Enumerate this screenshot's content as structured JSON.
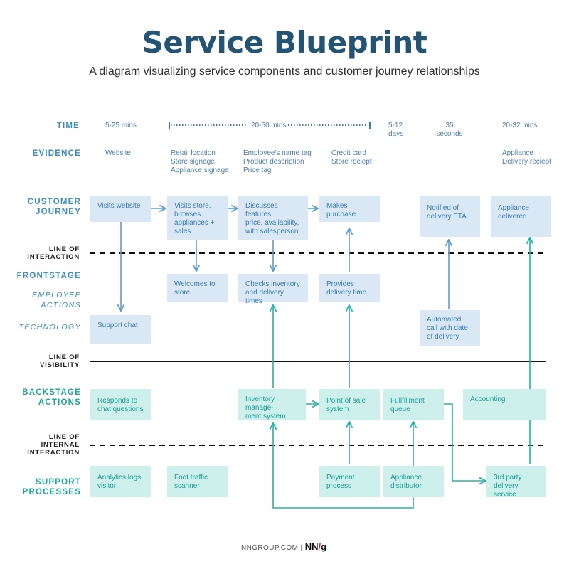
{
  "header": {
    "title": "Service Blueprint",
    "subtitle": "A diagram visualizing service components and customer journey relationships"
  },
  "rows": {
    "time": "TIME",
    "evidence": "EVIDENCE",
    "customer_journey": [
      "CUSTOMER",
      "JOURNEY"
    ],
    "line_of_interaction": [
      "LINE OF",
      "INTERACTION"
    ],
    "frontstage": "FRONTSTAGE",
    "employee_actions": [
      "EMPLOYEE",
      "ACTIONS"
    ],
    "technology": "TECHNOLOGY",
    "line_of_visibility": [
      "LINE OF",
      "VISIBILITY"
    ],
    "backstage_actions": [
      "BACKSTAGE",
      "ACTIONS"
    ],
    "line_of_internal_interaction": [
      "LINE OF",
      "INTERNAL",
      "INTERACTION"
    ],
    "support_processes": [
      "SUPPORT",
      "PROCESSES"
    ]
  },
  "time": {
    "t1": "5-25 mins",
    "t2": "20-50 mins",
    "t3": [
      "5-12",
      "days"
    ],
    "t4": [
      "35",
      "seconds"
    ],
    "t5": "20-32 mins"
  },
  "evidence": {
    "website": "Website",
    "store": [
      "Retail location",
      "Store signage",
      "Appliance signage"
    ],
    "employee": [
      "Employee's name tag",
      "Product description",
      "Price tag"
    ],
    "purchase": [
      "Credit card",
      "Store reciept"
    ],
    "delivery": [
      "Appliance",
      "Delivery reciept"
    ]
  },
  "customer_journey": {
    "visits_website": "Visits website",
    "visits_store": [
      "Visits store,",
      "browses",
      "appliances +",
      "sales"
    ],
    "discusses": [
      "Discusses features,",
      "price, availability,",
      "with salesperson"
    ],
    "purchase": "Makes purchase",
    "notified": [
      "Notified of",
      "delivery ETA"
    ],
    "delivered": [
      "Appliance",
      "delivered"
    ]
  },
  "employee_actions": {
    "welcomes": [
      "Welcomes to",
      "store"
    ],
    "checks": [
      "Checks inventory",
      "and delivery times"
    ],
    "provides": [
      "Provides",
      "delivery time"
    ]
  },
  "technology": {
    "support_chat": "Support chat",
    "automated_call": [
      "Automated",
      "call with date",
      "of delivery"
    ]
  },
  "backstage": {
    "responds": [
      "Responds to",
      "chat questions"
    ],
    "inventory": [
      "Inventory manage-",
      "ment system"
    ],
    "pos": [
      "Point of sale",
      "system"
    ],
    "fulfillment": [
      "Fullfillment",
      "queue"
    ],
    "accounting": "Accounting"
  },
  "support": {
    "analytics": [
      "Analytics logs",
      "visitor"
    ],
    "foot_traffic": [
      "Foot traffic",
      "scanner"
    ],
    "payment": [
      "Payment",
      "process"
    ],
    "distributor": [
      "Appliance",
      "distributor"
    ],
    "third_party": [
      "3rd party",
      "delivery service"
    ]
  },
  "footer": {
    "site": "NNGROUP.COM",
    "sep": "|",
    "logo_main": "NN",
    "logo_slash": "/",
    "logo_g": "g"
  },
  "colors": {
    "title": "#235473",
    "row_label": "#3a8dbf",
    "backstage_label": "#19a79c",
    "frontstage_box": "#dae8f6",
    "backstage_box": "#cdf0ec",
    "frontstage_arrow": "#5b9bd0",
    "backstage_arrow": "#23b3a5",
    "logo_accent": "#d51b32"
  }
}
